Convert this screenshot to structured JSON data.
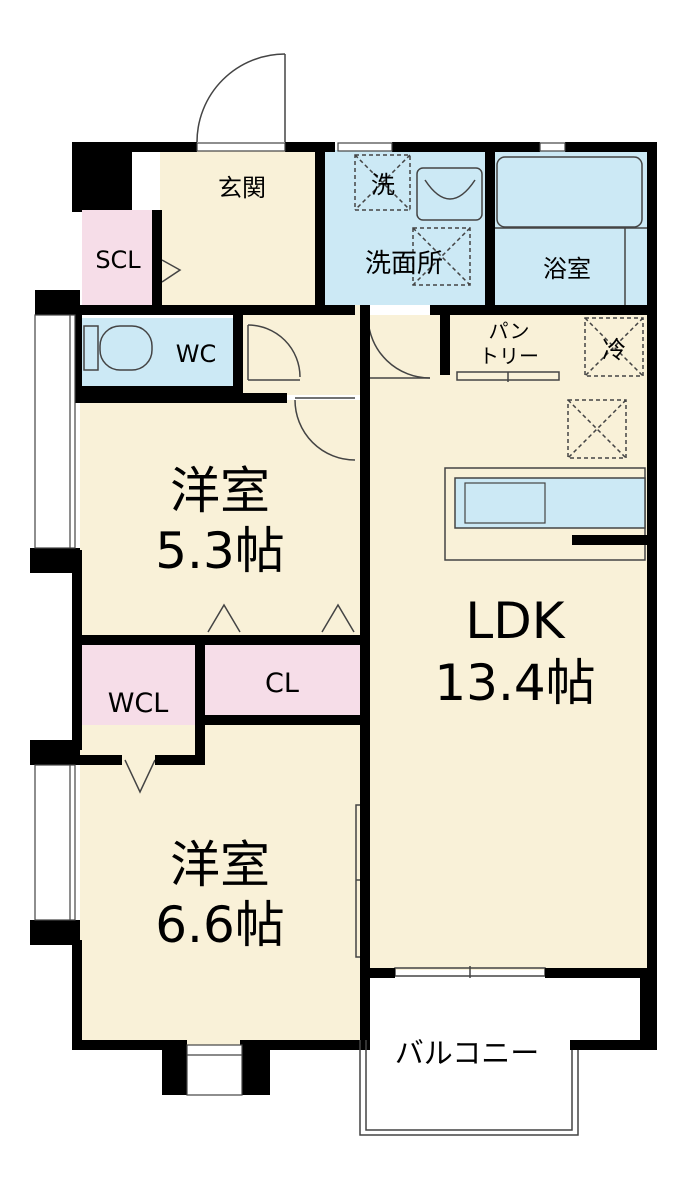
{
  "rooms": {
    "entrance": "玄関",
    "scl": "SCL",
    "wash_symbol": "洗",
    "washroom": "洗面所",
    "bath": "浴室",
    "wc": "WC",
    "pantry_line1": "パン",
    "pantry_line2": "トリー",
    "fridge": "冷",
    "bedroom1_name": "洋室",
    "bedroom1_size": "5.3帖",
    "ldk_name": "LDK",
    "ldk_size": "13.4帖",
    "wcl": "WCL",
    "cl": "CL",
    "bedroom2_name": "洋室",
    "bedroom2_size": "6.6帖",
    "balcony": "バルコニー"
  },
  "colors": {
    "floor": "#f9f1d8",
    "storage": "#f6dde8",
    "wet_area": "#cce9f5",
    "wall": "#000000"
  }
}
